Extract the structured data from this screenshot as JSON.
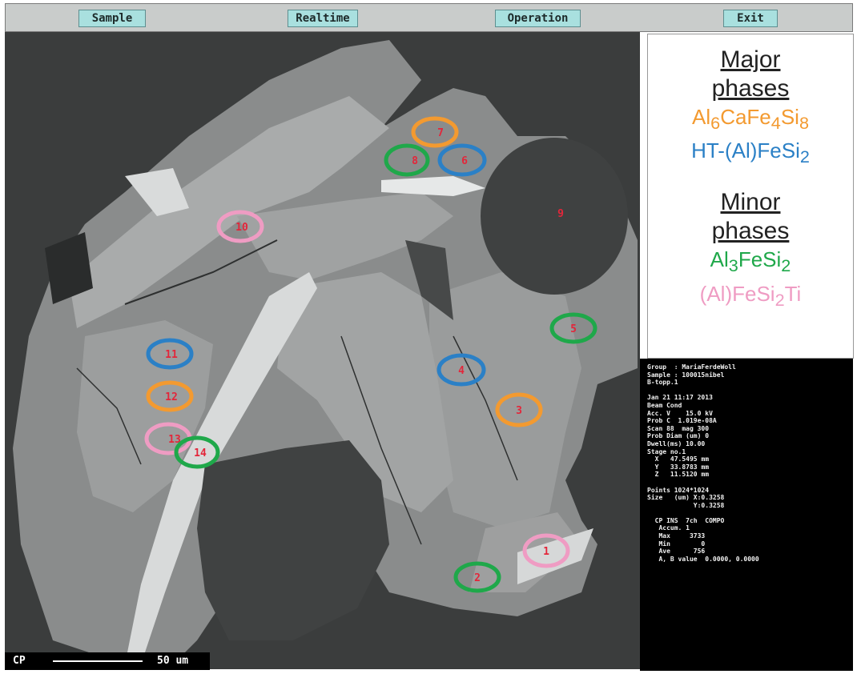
{
  "menu": {
    "sample": "Sample",
    "realtime": "Realtime",
    "operation": "Operation",
    "exit": "Exit"
  },
  "legend": {
    "major_line1": "Major",
    "major_line2": "phases",
    "major_items": [
      {
        "main": "Al",
        "sub1": "6",
        "mid": "CaFe",
        "sub2": "4",
        "mid2": "Si",
        "sub3": "8",
        "color": "#f39a30"
      },
      {
        "text": "HT-(Al)FeSi",
        "sub": "2",
        "color": "#2b80c6"
      }
    ],
    "minor_line1": "Minor",
    "minor_line2": "phases",
    "minor_items": [
      {
        "text": "Al",
        "sub1": "3",
        "mid": "FeSi",
        "sub2": "2",
        "color": "#1fa84a"
      },
      {
        "text": "(Al)FeSi",
        "sub": "2",
        "tail": "Ti",
        "color": "#ef9cc3"
      }
    ]
  },
  "markers": [
    {
      "label": "1",
      "color": "#ef9cc3"
    },
    {
      "label": "2",
      "color": "#1fa84a"
    },
    {
      "label": "3",
      "color": "#f39a30"
    },
    {
      "label": "4",
      "color": "#2b80c6"
    },
    {
      "label": "5",
      "color": "#1fa84a"
    },
    {
      "label": "6",
      "color": "#2b80c6"
    },
    {
      "label": "7",
      "color": "#f39a30"
    },
    {
      "label": "8",
      "color": "#1fa84a"
    },
    {
      "label": "9",
      "color": "none"
    },
    {
      "label": "10",
      "color": "#ef9cc3"
    },
    {
      "label": "11",
      "color": "#2b80c6"
    },
    {
      "label": "12",
      "color": "#f39a30"
    },
    {
      "label": "13",
      "color": "#ef9cc3"
    },
    {
      "label": "14",
      "color": "#1fa84a"
    }
  ],
  "scalebar": {
    "mode": "CP",
    "length": "50 um"
  },
  "info": {
    "lines": [
      "Group  : MariaFerdeWoll",
      "Sample : 100015nibel",
      "B-topp.1",
      "",
      "Jan 21 11:17 2013",
      "Beam Cond",
      "Acc. V    15.0 kV",
      "Prob C  1.019e-08A",
      "Scan 88  mag 300",
      "Prob Diam (um) 0",
      "Dwell(ms) 10.00",
      "Stage no.1",
      "  X   47.5495 mm",
      "  Y   33.8783 mm",
      "  Z   11.5120 mm",
      "",
      "Points 1024*1024",
      "Size   (um) X:0.3258",
      "            Y:0.3258",
      "",
      "  CP INS  7ch  COMPO",
      "   Accum. 1",
      "   Max     3733",
      "   Min        0",
      "   Ave      756",
      "   A, B value  0.0000, 0.0000"
    ]
  }
}
